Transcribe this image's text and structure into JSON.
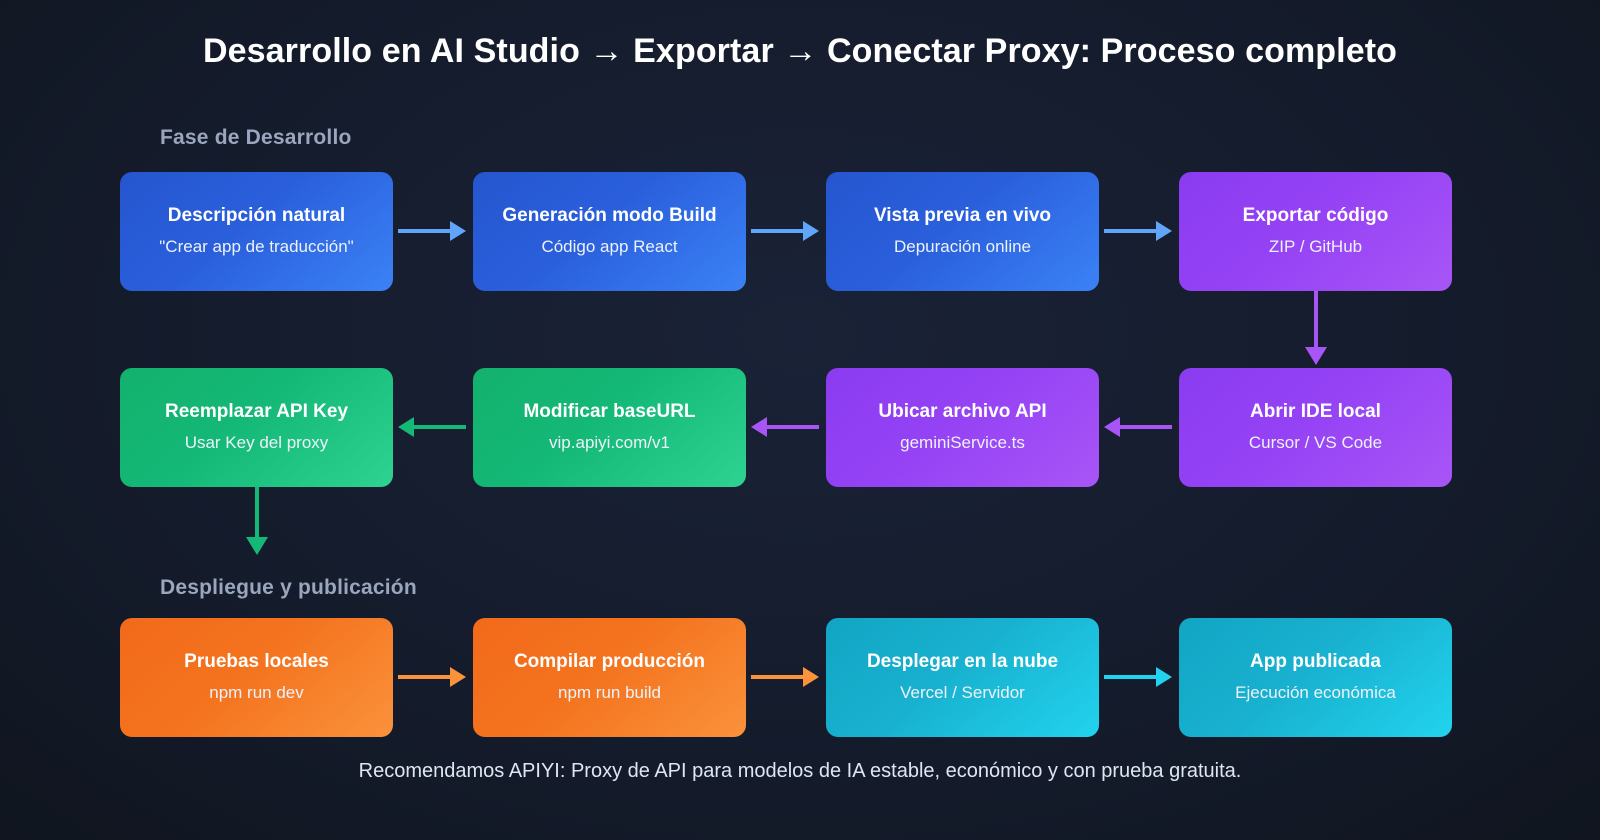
{
  "title": "Desarrollo en AI Studio → Exportar → Conectar Proxy: Proceso completo",
  "sections": {
    "development_label": "Fase de Desarrollo",
    "deployment_label": "Despliegue y publicación"
  },
  "footer": "Recomendamos APIYI: Proxy de API para modelos de IA estable, económico y con prueba gratuita.",
  "colors": {
    "background": "#141b2b",
    "blue": "#2a5fdc",
    "blue_light": "#3b82f6",
    "purple": "#9542f5",
    "purple_light": "#a855f7",
    "green": "#14b877",
    "green_light": "#2ed392",
    "orange": "#f4731e",
    "orange_light": "#fb923c",
    "teal": "#18b1cf",
    "teal_light": "#22d3ee",
    "arrow_blue": "#60a5fa",
    "arrow_purple": "#a855f7",
    "arrow_green": "#14b877",
    "arrow_orange": "#fb923c",
    "arrow_teal": "#22d3ee",
    "title_text": "#ffffff",
    "section_text": "#9aa6bd",
    "footer_text": "#dfe6f2"
  },
  "rows": [
    {
      "id": "row-development",
      "nodes": [
        {
          "title": "Descripción natural",
          "subtitle": "\"Crear app de traducción\"",
          "theme": "blue"
        },
        {
          "title": "Generación modo Build",
          "subtitle": "Código app React",
          "theme": "blue"
        },
        {
          "title": "Vista previa en vivo",
          "subtitle": "Depuración online",
          "theme": "blue"
        },
        {
          "title": "Exportar código",
          "subtitle": "ZIP / GitHub",
          "theme": "purple"
        }
      ]
    },
    {
      "id": "row-integration",
      "nodes": [
        {
          "title": "Reemplazar API Key",
          "subtitle": "Usar Key del proxy",
          "theme": "green"
        },
        {
          "title": "Modificar baseURL",
          "subtitle": "vip.apiyi.com/v1",
          "theme": "green"
        },
        {
          "title": "Ubicar archivo API",
          "subtitle": "geminiService.ts",
          "theme": "purple"
        },
        {
          "title": "Abrir IDE local",
          "subtitle": "Cursor / VS Code",
          "theme": "purple"
        }
      ]
    },
    {
      "id": "row-deployment",
      "nodes": [
        {
          "title": "Pruebas locales",
          "subtitle": "npm run dev",
          "theme": "orange"
        },
        {
          "title": "Compilar producción",
          "subtitle": "npm run build",
          "theme": "orange"
        },
        {
          "title": "Desplegar en la nube",
          "subtitle": "Vercel / Servidor",
          "theme": "teal"
        },
        {
          "title": "App publicada",
          "subtitle": "Ejecución económica",
          "theme": "teal"
        }
      ]
    }
  ],
  "connectors": [
    {
      "id": "conn-r1-1",
      "direction": "right",
      "color": "#60a5fa"
    },
    {
      "id": "conn-r1-2",
      "direction": "right",
      "color": "#60a5fa"
    },
    {
      "id": "conn-r1-3",
      "direction": "right",
      "color": "#60a5fa"
    },
    {
      "id": "conn-r1-down",
      "direction": "down",
      "color": "#a855f7"
    },
    {
      "id": "conn-r2-1",
      "direction": "left",
      "color": "#14b877"
    },
    {
      "id": "conn-r2-2",
      "direction": "left",
      "color": "#a855f7"
    },
    {
      "id": "conn-r2-3",
      "direction": "left",
      "color": "#a855f7"
    },
    {
      "id": "conn-r2-down",
      "direction": "down",
      "color": "#14b877"
    },
    {
      "id": "conn-r3-1",
      "direction": "right",
      "color": "#fb923c"
    },
    {
      "id": "conn-r3-2",
      "direction": "right",
      "color": "#fb923c"
    },
    {
      "id": "conn-r3-3",
      "direction": "right",
      "color": "#22d3ee"
    }
  ]
}
